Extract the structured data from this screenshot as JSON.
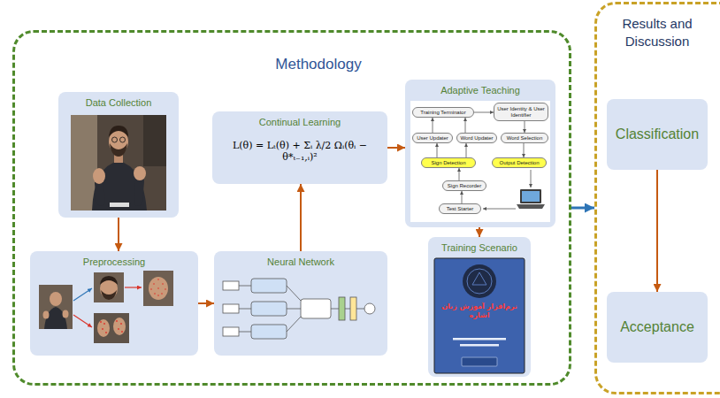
{
  "diagram": {
    "nodes": [
      {
        "text": [
          "Methodology"
        ]
      },
      {
        "text": [
          "Data Collection"
        ],
        "in": 0
      },
      {
        "text": [
          "Preprocessing"
        ],
        "in": 0
      },
      {
        "text": [
          "Continual Learning",
          "L(θ) = Lₜ(θ) + Σᵢ λ/2 Ωᵢ(θᵢ − θ*ₜ₋₁,ᵢ)²"
        ],
        "in": 0
      },
      {
        "text": [
          "Neural Network"
        ],
        "in": 0
      },
      {
        "text": [
          "Adaptive Teaching"
        ],
        "in": 0
      },
      {
        "text": [
          "Training Scenario",
          "نرم‌افزار آموزش زبان اشاره"
        ],
        "in": 0
      },
      {
        "text": [
          "Results and Discussion"
        ]
      },
      {
        "text": [
          "Classification"
        ],
        "in": 7
      },
      {
        "text": [
          "Acceptance"
        ],
        "in": 7
      },
      {
        "text": [
          "Training Terminator"
        ],
        "in": 5
      },
      {
        "text": [
          "User Identity & User Identifier"
        ],
        "in": 5
      },
      {
        "text": [
          "User Updater"
        ],
        "in": 5
      },
      {
        "text": [
          "Word Updater"
        ],
        "in": 5
      },
      {
        "text": [
          "Word Selection"
        ],
        "in": 5
      },
      {
        "text": [
          "Sign Detection"
        ],
        "in": 5
      },
      {
        "text": [
          "Output Detection"
        ],
        "in": 5
      },
      {
        "text": [
          "Sign Recorder"
        ],
        "in": 5
      },
      {
        "text": [
          "Test Starter"
        ],
        "in": 5
      }
    ],
    "edges": [
      {
        "from": 1,
        "to": 2,
        "arrow": "to"
      },
      {
        "from": 2,
        "to": 4,
        "arrow": "to"
      },
      {
        "from": 4,
        "to": 3,
        "arrow": "to"
      },
      {
        "from": 3,
        "to": 5,
        "arrow": "to"
      },
      {
        "from": 5,
        "to": 6,
        "arrow": "to"
      },
      {
        "from": 0,
        "to": 7,
        "arrow": "to"
      },
      {
        "from": 8,
        "to": 9,
        "arrow": "to"
      },
      {
        "from": 15,
        "to": 12,
        "arrow": "to"
      },
      {
        "from": 15,
        "to": 13,
        "arrow": "to"
      },
      {
        "from": 12,
        "to": 10,
        "arrow": "to"
      },
      {
        "from": 13,
        "to": 10,
        "arrow": "to"
      },
      {
        "from": 10,
        "to": 11,
        "arrow": "to"
      },
      {
        "from": 11,
        "to": 14,
        "arrow": "to"
      },
      {
        "from": 14,
        "to": 16,
        "arrow": "to"
      },
      {
        "from": 18,
        "to": 17,
        "arrow": "to"
      },
      {
        "from": 17,
        "to": 15,
        "arrow": "to"
      }
    ]
  }
}
